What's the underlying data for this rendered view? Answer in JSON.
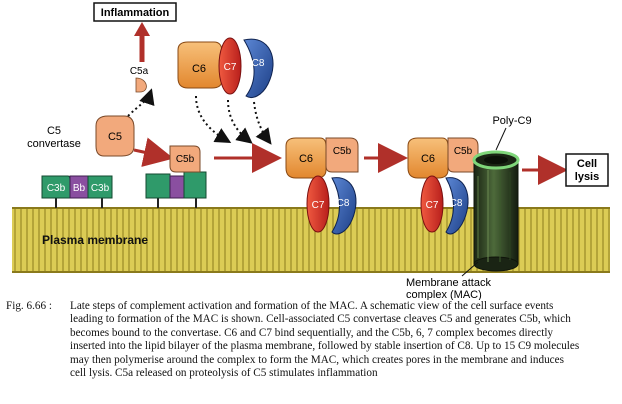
{
  "labels": {
    "inflammation": "Inflammation",
    "c5a": "C5a",
    "c5_convertase": [
      "C5",
      "convertase"
    ],
    "c5": "C5",
    "c5b": "C5b",
    "c6": "C6",
    "c7": "C7",
    "c8": "C8",
    "c3b": "C3b",
    "bb": "Bb",
    "poly_c9": "Poly-C9",
    "cell_lysis": [
      "Cell",
      "lysis"
    ],
    "plasma_membrane": "Plasma membrane",
    "mac": [
      "Membrane attack",
      "complex (MAC)"
    ]
  },
  "caption": {
    "number": "Fig. 6.66 :",
    "lines": [
      "Late steps of complement activation and formation of the MAC. A schematic view of the cell surface events",
      "leading to formation of the MAC is shown. Cell-associated C5 convertase cleaves C5 and generates C5b, which",
      "becomes bound to the convertase. C6 and C7 bind sequentially, and the C5b, 6, 7 complex  becomes directly",
      "inserted into the lipid bilayer of the plasma membrane, followed by stable insertion of C8. Up to 15 C9 molecules",
      "may then polymerise around the complex to form the MAC, which creates  pores in the membrane and induces",
      "cell lysis. C5a released on proteolysis of C5 stimulates inflammation"
    ]
  },
  "colors": {
    "membrane": "#d8c84a",
    "membrane_line": "#8a7a1c",
    "c5": "#f2a97c",
    "c6": "#f2a04e",
    "c7": "#e0332c",
    "c8": "#2b5fb4",
    "c3b": "#2f9a6a",
    "bb": "#8a4fa0",
    "arrow": "#b0302a",
    "pore": "#2a3a22",
    "pore_rim": "#7fd67a"
  }
}
